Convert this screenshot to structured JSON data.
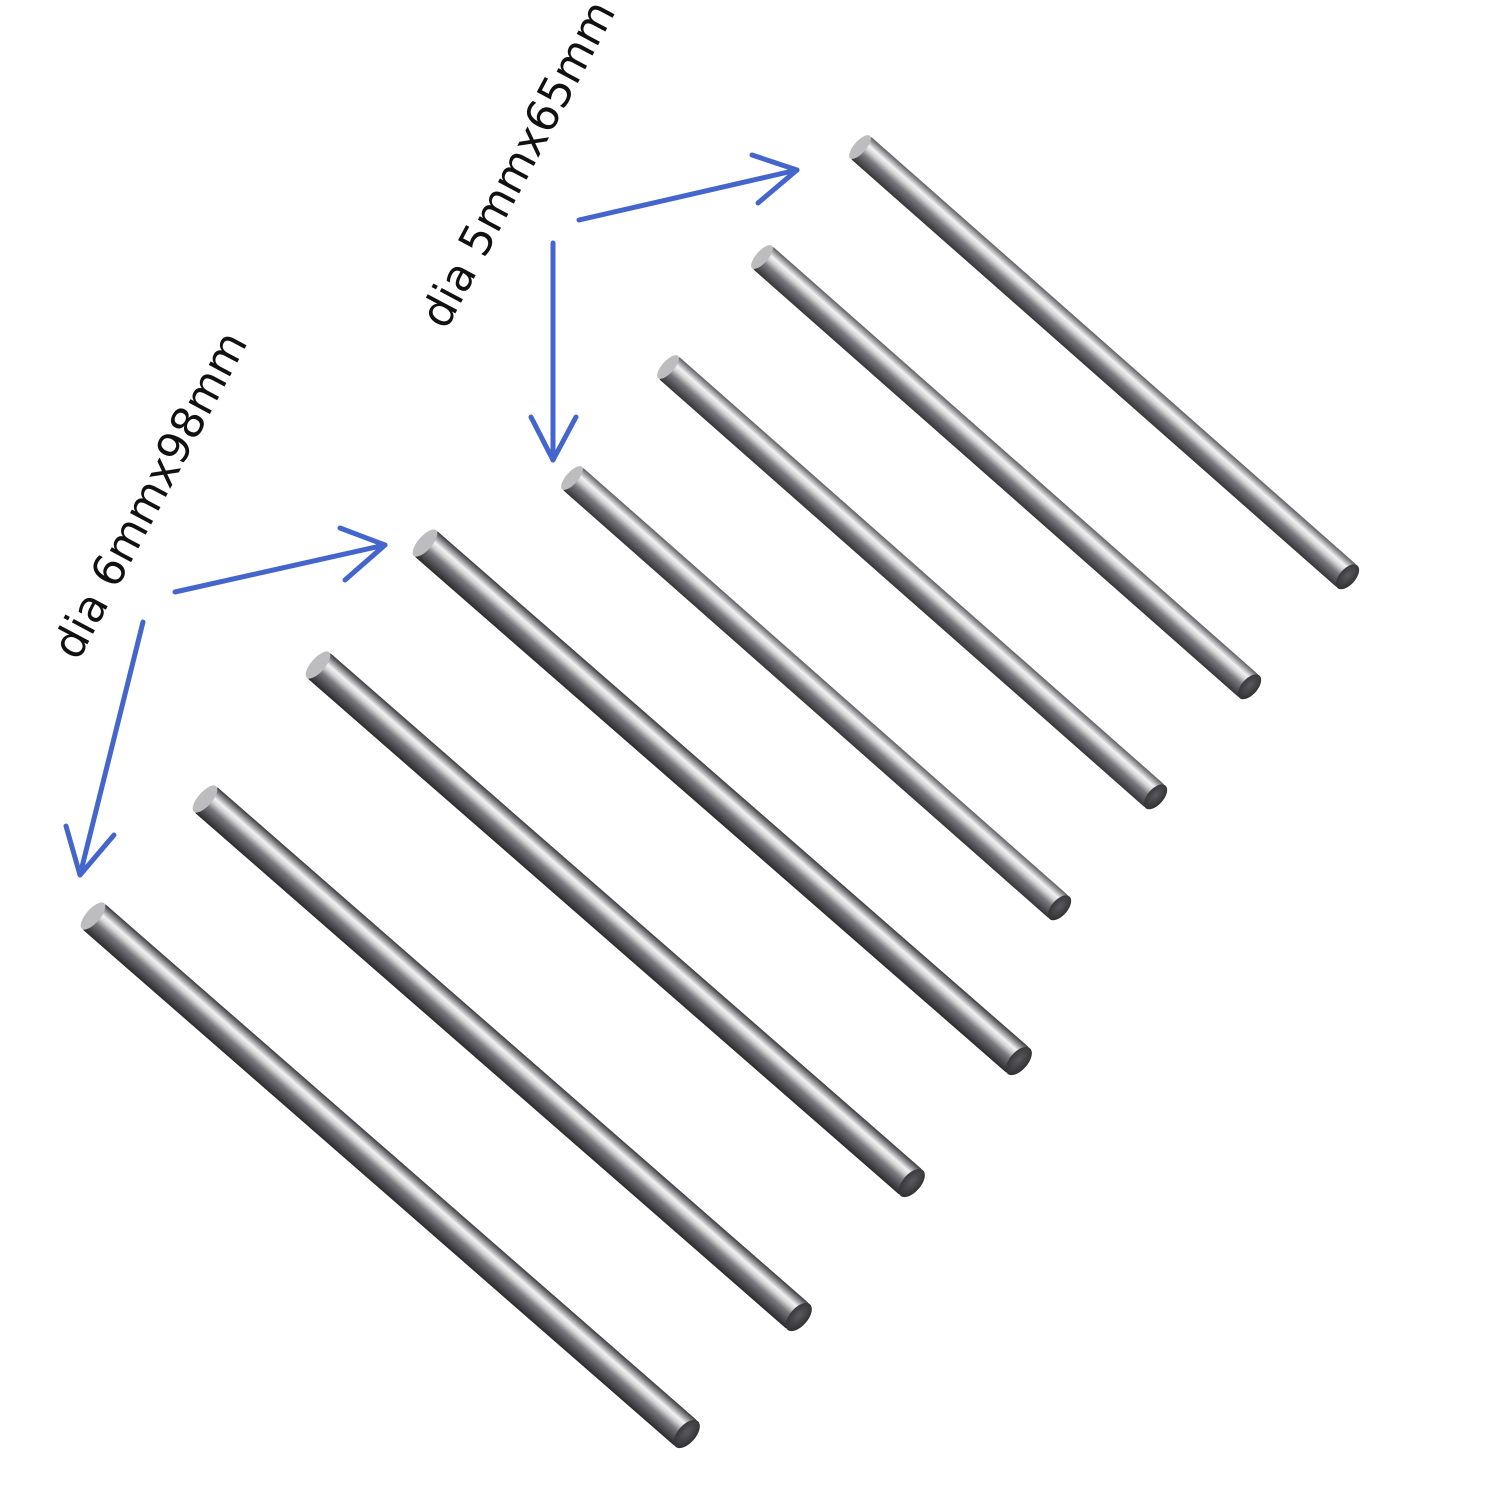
{
  "labels": {
    "large_pins": "dia 6mmx98mm",
    "small_pins": "dia 5mmx65mm"
  },
  "pin_groups": [
    {
      "group": "large",
      "count": 4
    },
    {
      "group": "small",
      "count": 4
    }
  ],
  "colors": {
    "background": "#ffffff",
    "arrow": "#4466cc",
    "label_text": "#111111",
    "steel_dark": "#3a3a3d",
    "steel_light": "#f2f2f2",
    "end_cap": "#4a4a4e"
  },
  "icons": {
    "pointer": "arrow-icon",
    "rod": "steel-pin"
  }
}
